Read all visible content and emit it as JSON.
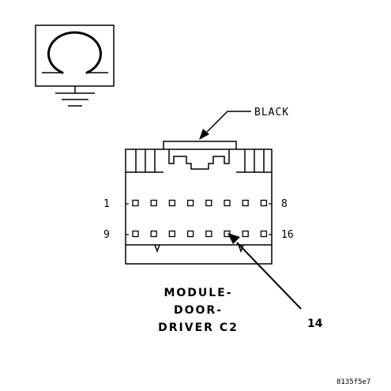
{
  "wire_color_label": "BLACK",
  "pin_row_top": {
    "left": "1",
    "right": "8"
  },
  "pin_row_bottom": {
    "left": "9",
    "right": "16"
  },
  "callout_label": "14",
  "connector_title": {
    "line1": "MODULE-",
    "line2": "DOOR-",
    "line3": "DRIVER C2"
  },
  "figure_code": "8135f5e7",
  "pins_per_row": 8,
  "highlighted_pin": 14,
  "icon": "ground-symbol-icon"
}
